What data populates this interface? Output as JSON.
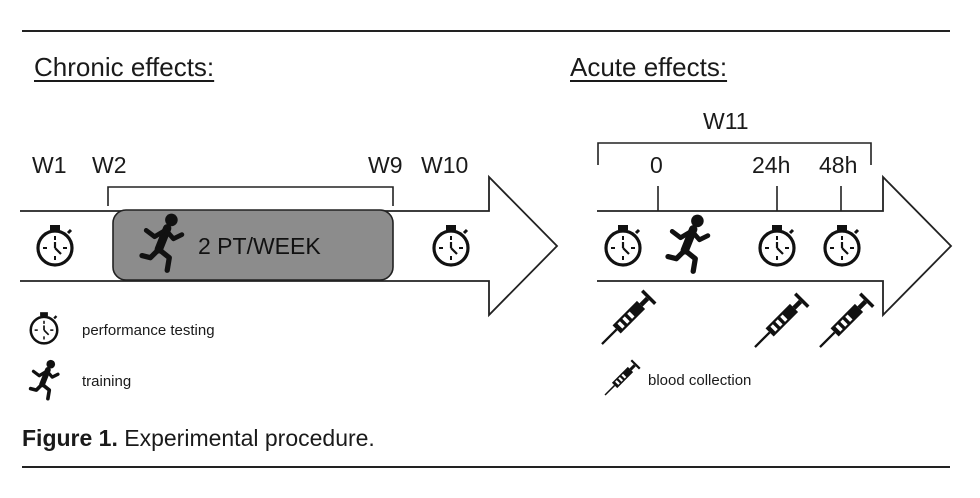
{
  "chronic": {
    "heading": "Chronic effects:",
    "week_labels": [
      "W1",
      "W2",
      "W9",
      "W10"
    ],
    "training_box_label": "2 PT/WEEK"
  },
  "acute": {
    "heading": "Acute effects:",
    "bracket_label": "W11",
    "time_labels": [
      "0",
      "24h",
      "48h"
    ]
  },
  "legend": {
    "performance_testing": "performance testing",
    "training": "training",
    "blood_collection": "blood collection"
  },
  "caption": {
    "label": "Figure 1.",
    "text": "Experimental procedure."
  },
  "icons": [
    "stopwatch-icon",
    "runner-icon",
    "syringe-icon"
  ],
  "colors": {
    "training_box_fill": "#8c8c8c",
    "line": "#222222"
  }
}
